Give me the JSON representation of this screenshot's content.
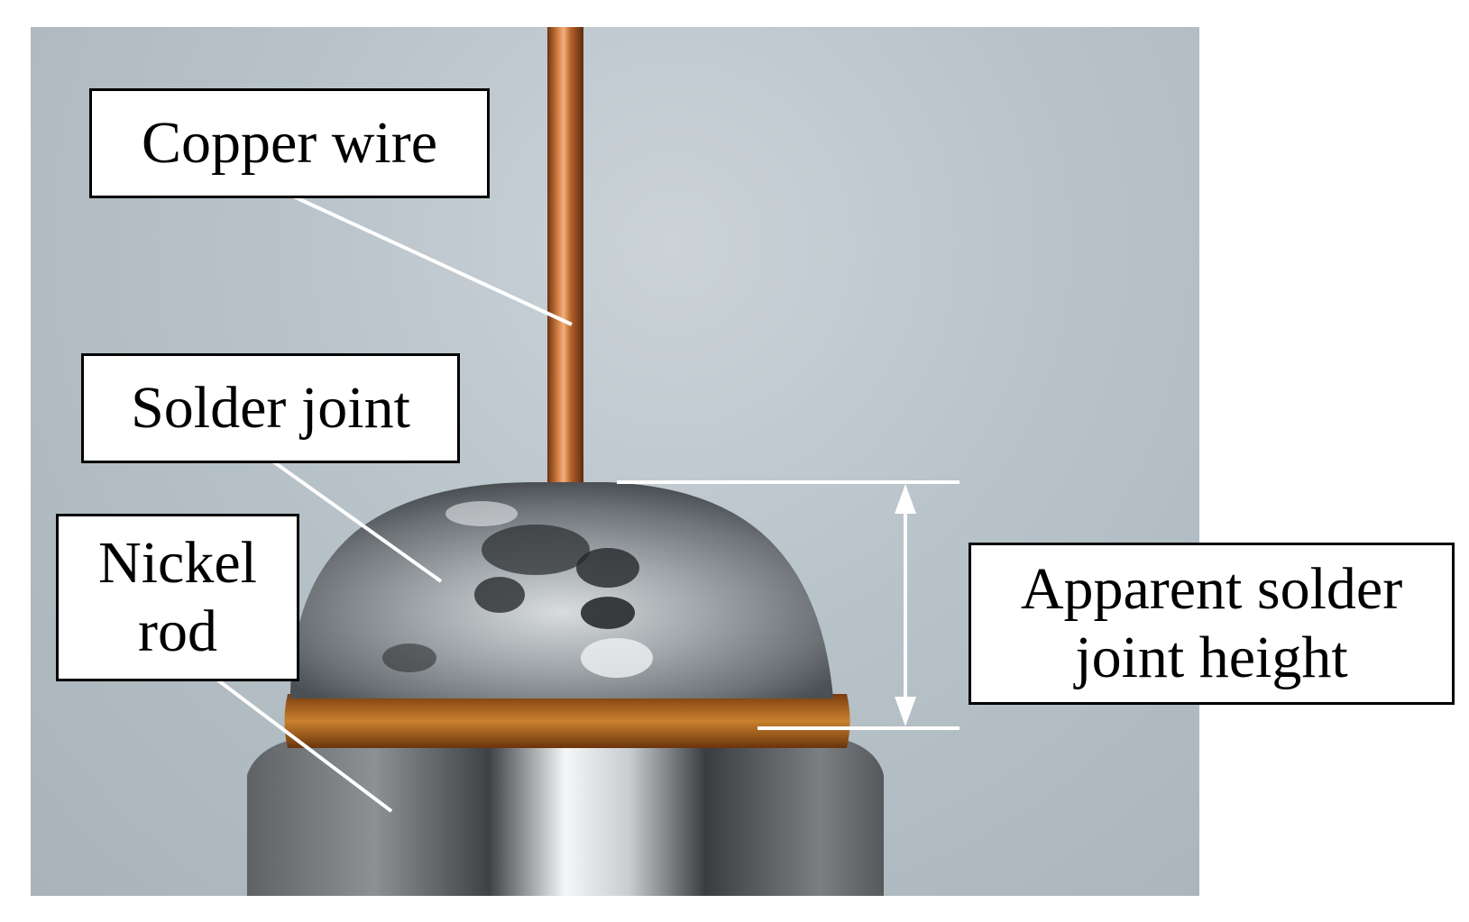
{
  "labels": {
    "copper_wire": "Copper wire",
    "solder_joint": "Solder joint",
    "nickel_rod": [
      "Nickel",
      "rod"
    ],
    "apparent_height": [
      "Apparent solder",
      "joint height"
    ]
  },
  "colors": {
    "background": "#b7c2c9",
    "copper": "#c8743a",
    "solder": "#9aa0a4",
    "nickel": "#8c8f92",
    "flux_band": "#b86e1e",
    "leader_line": "#ffffff"
  }
}
